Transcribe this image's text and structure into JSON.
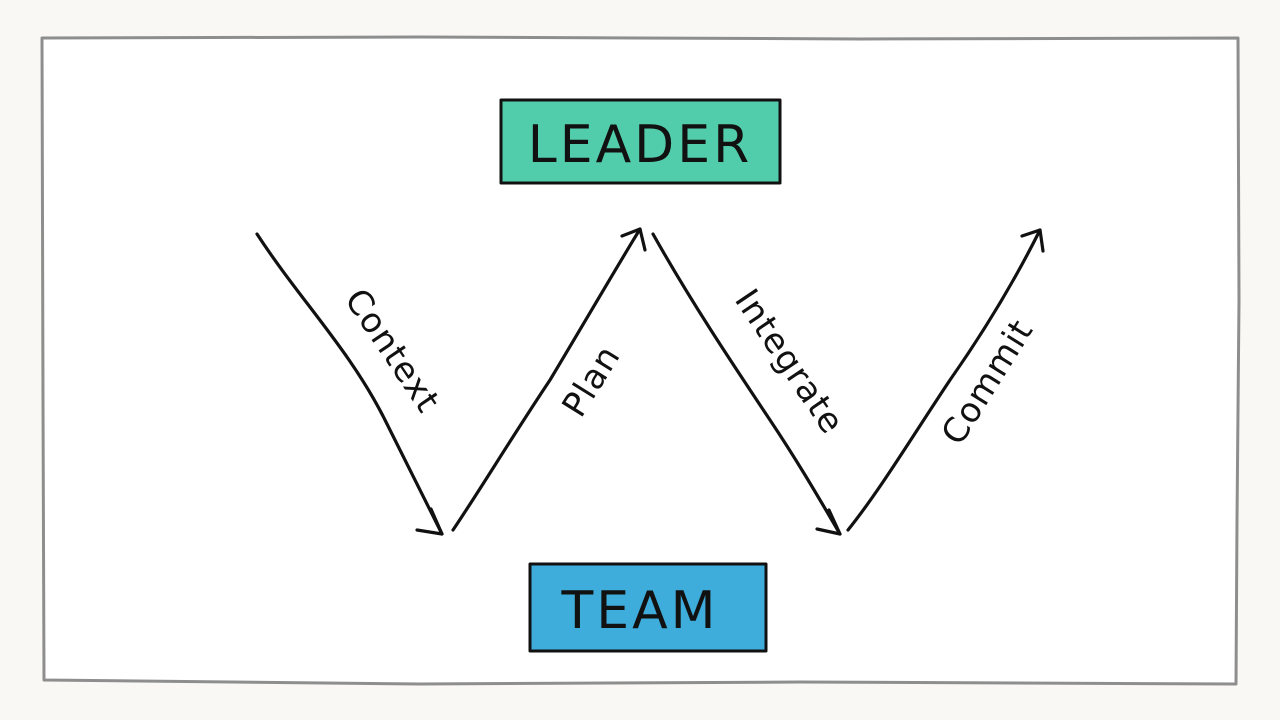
{
  "diagram": {
    "colors": {
      "leader_fill": "#52cdac",
      "team_fill": "#3eaddc",
      "ink": "#111111",
      "frame": "#8e8e8e"
    },
    "nodes": {
      "leader": {
        "label": "LEADER"
      },
      "team": {
        "label": "TEAM"
      }
    },
    "edges": [
      {
        "label": "Context",
        "from": "leader",
        "to": "team"
      },
      {
        "label": "Plan",
        "from": "team",
        "to": "leader"
      },
      {
        "label": "Integrate",
        "from": "leader",
        "to": "team"
      },
      {
        "label": "Commit",
        "from": "team",
        "to": "leader"
      }
    ]
  }
}
